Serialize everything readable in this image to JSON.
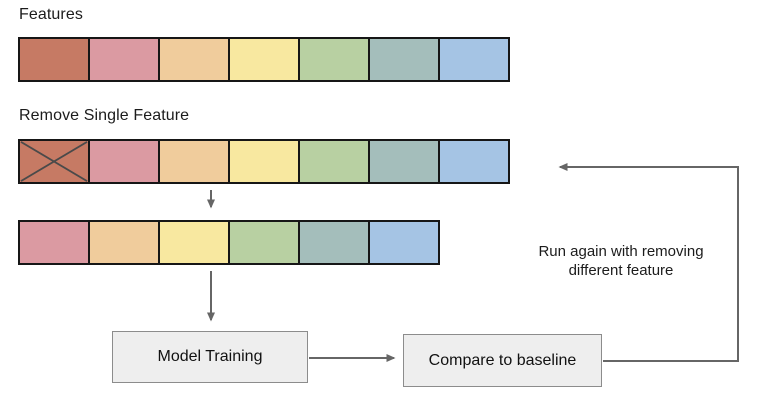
{
  "labels": {
    "features": "Features",
    "remove_single_feature": "Remove Single Feature"
  },
  "palette": {
    "red": "#c67a64",
    "pink": "#db9aa2",
    "peach": "#f0cc9c",
    "yellow": "#f8e8a0",
    "green": "#b8d0a2",
    "teal": "#a4bebb",
    "blue": "#a5c4e4"
  },
  "feature_rows": {
    "all_features": {
      "cells": [
        "red",
        "pink",
        "peach",
        "yellow",
        "green",
        "teal",
        "blue"
      ],
      "crossed_index": null
    },
    "single_removed": {
      "cells": [
        "red",
        "pink",
        "peach",
        "yellow",
        "green",
        "teal",
        "blue"
      ],
      "crossed_index": 0
    },
    "remaining_features": {
      "cells": [
        "pink",
        "peach",
        "yellow",
        "green",
        "teal",
        "blue"
      ],
      "crossed_index": null
    }
  },
  "process": {
    "model_training": "Model Training",
    "compare_to_baseline": "Compare to baseline"
  },
  "annotation": {
    "line1": "Run again with removing",
    "line2": "different feature"
  },
  "colors": {
    "arrow": "#666666",
    "x_mark": "#4a4a4a",
    "cell_border": "#161616",
    "process_fill": "#eeeeee"
  }
}
